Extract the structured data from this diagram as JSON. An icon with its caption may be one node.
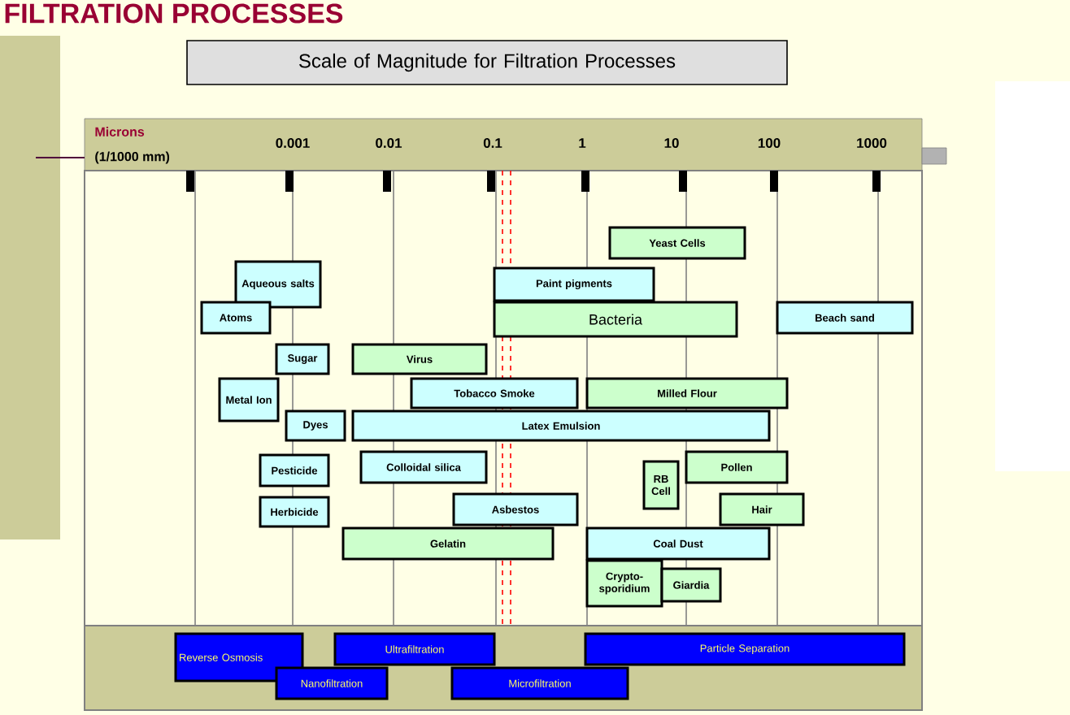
{
  "diagram": {
    "title": "FILTRATION PROCESSES",
    "nodes": [
      {
        "text": [
          "Scale of Magnitude for Filtration Processes"
        ]
      },
      {
        "text": [
          "Yeast Cells"
        ]
      },
      {
        "text": [
          "Aqueous salts"
        ]
      },
      {
        "text": [
          "Paint pigments"
        ]
      },
      {
        "text": [
          "Atoms"
        ]
      },
      {
        "text": [
          "Bacteria"
        ]
      },
      {
        "text": [
          "Beach sand"
        ]
      },
      {
        "text": [
          "Sugar"
        ]
      },
      {
        "text": [
          "Virus"
        ]
      },
      {
        "text": [
          "Metal Ion"
        ]
      },
      {
        "text": [
          "Tobacco Smoke"
        ]
      },
      {
        "text": [
          "Milled Flour"
        ]
      },
      {
        "text": [
          "Dyes"
        ]
      },
      {
        "text": [
          "Latex Emulsion"
        ]
      },
      {
        "text": [
          "Pesticide"
        ]
      },
      {
        "text": [
          "Colloidal silica"
        ]
      },
      {
        "text": [
          "RB Cell"
        ]
      },
      {
        "text": [
          "Pollen"
        ]
      },
      {
        "text": [
          "Herbicide"
        ]
      },
      {
        "text": [
          "Asbestos"
        ]
      },
      {
        "text": [
          "Hair"
        ]
      },
      {
        "text": [
          "Gelatin"
        ]
      },
      {
        "text": [
          "Coal Dust"
        ]
      },
      {
        "text": [
          "Crypto-sporidium"
        ]
      },
      {
        "text": [
          "Giardia"
        ]
      },
      {
        "text": [
          "Reverse Osmosis"
        ]
      },
      {
        "text": [
          "Ultrafiltration"
        ]
      },
      {
        "text": [
          "Particle Separation"
        ]
      },
      {
        "text": [
          "Nanofiltration"
        ]
      },
      {
        "text": [
          "Microfiltration"
        ]
      }
    ],
    "labels": [
      "Microns",
      "(1/1000 mm)",
      "0.001",
      "0.01",
      "0.1",
      "1",
      "10",
      "100",
      "1000"
    ]
  }
}
